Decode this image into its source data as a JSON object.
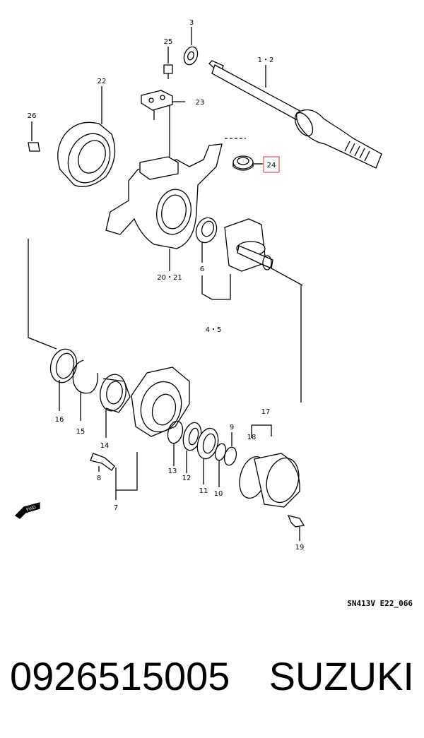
{
  "diagram": {
    "callouts": [
      {
        "id": "c1-2",
        "text": "1・2"
      },
      {
        "id": "c3",
        "text": "3"
      },
      {
        "id": "c25",
        "text": "25"
      },
      {
        "id": "c22",
        "text": "22"
      },
      {
        "id": "c23",
        "text": "23"
      },
      {
        "id": "c26",
        "text": "26"
      },
      {
        "id": "c24",
        "text": "24"
      },
      {
        "id": "c20-21",
        "text": "20・21"
      },
      {
        "id": "c6",
        "text": "6"
      },
      {
        "id": "c4-5",
        "text": "4・5"
      },
      {
        "id": "c16",
        "text": "16"
      },
      {
        "id": "c15",
        "text": "15"
      },
      {
        "id": "c14",
        "text": "14"
      },
      {
        "id": "c8",
        "text": "8"
      },
      {
        "id": "c7",
        "text": "7"
      },
      {
        "id": "c13",
        "text": "13"
      },
      {
        "id": "c12",
        "text": "12"
      },
      {
        "id": "c11",
        "text": "11"
      },
      {
        "id": "c10",
        "text": "10"
      },
      {
        "id": "c9",
        "text": "9"
      },
      {
        "id": "c17",
        "text": "17"
      },
      {
        "id": "c18",
        "text": "18"
      },
      {
        "id": "c19",
        "text": "19"
      }
    ],
    "fwd_label": "FWD",
    "drawing_code": "SN413V E22_066",
    "highlight_color": "#d9534f"
  },
  "footer": {
    "part_number": "0926515005",
    "brand": "SUZUKI"
  }
}
